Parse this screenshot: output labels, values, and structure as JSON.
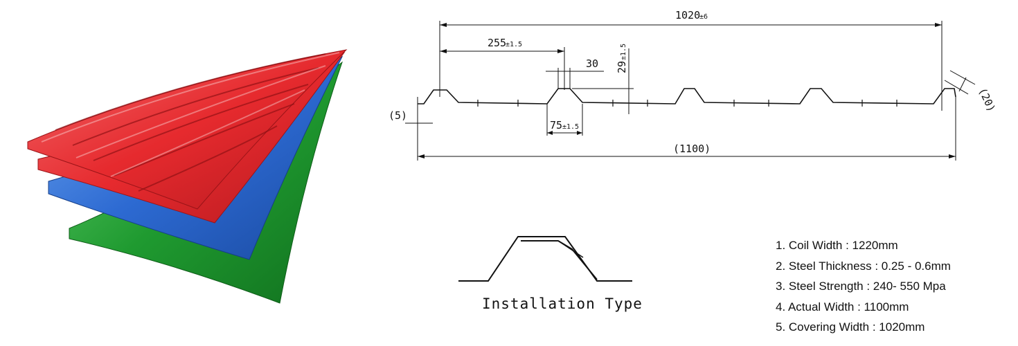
{
  "colors": {
    "red": "#e62a2e",
    "blue": "#2d6ad2",
    "green": "#1f9a30",
    "line": "#111111"
  },
  "profile": {
    "covering_width": "1020",
    "covering_tol": "±6",
    "pitch": "255",
    "pitch_tol": "±1.5",
    "top_width": "30",
    "height": "29",
    "height_tol": "±1.5",
    "base_width": "75",
    "base_tol": "±1.5",
    "edge": "(5)",
    "overall_width": "(1100)",
    "edge_rib": "(20)"
  },
  "installation": {
    "caption": "Installation Type"
  },
  "specs": [
    "1. Coil Width : 1220mm",
    "2. Steel Thickness : 0.25 - 0.6mm",
    "3. Steel Strength : 240- 550 Mpa",
    "4. Actual Width : 1100mm",
    "5. Covering Width : 1020mm"
  ]
}
